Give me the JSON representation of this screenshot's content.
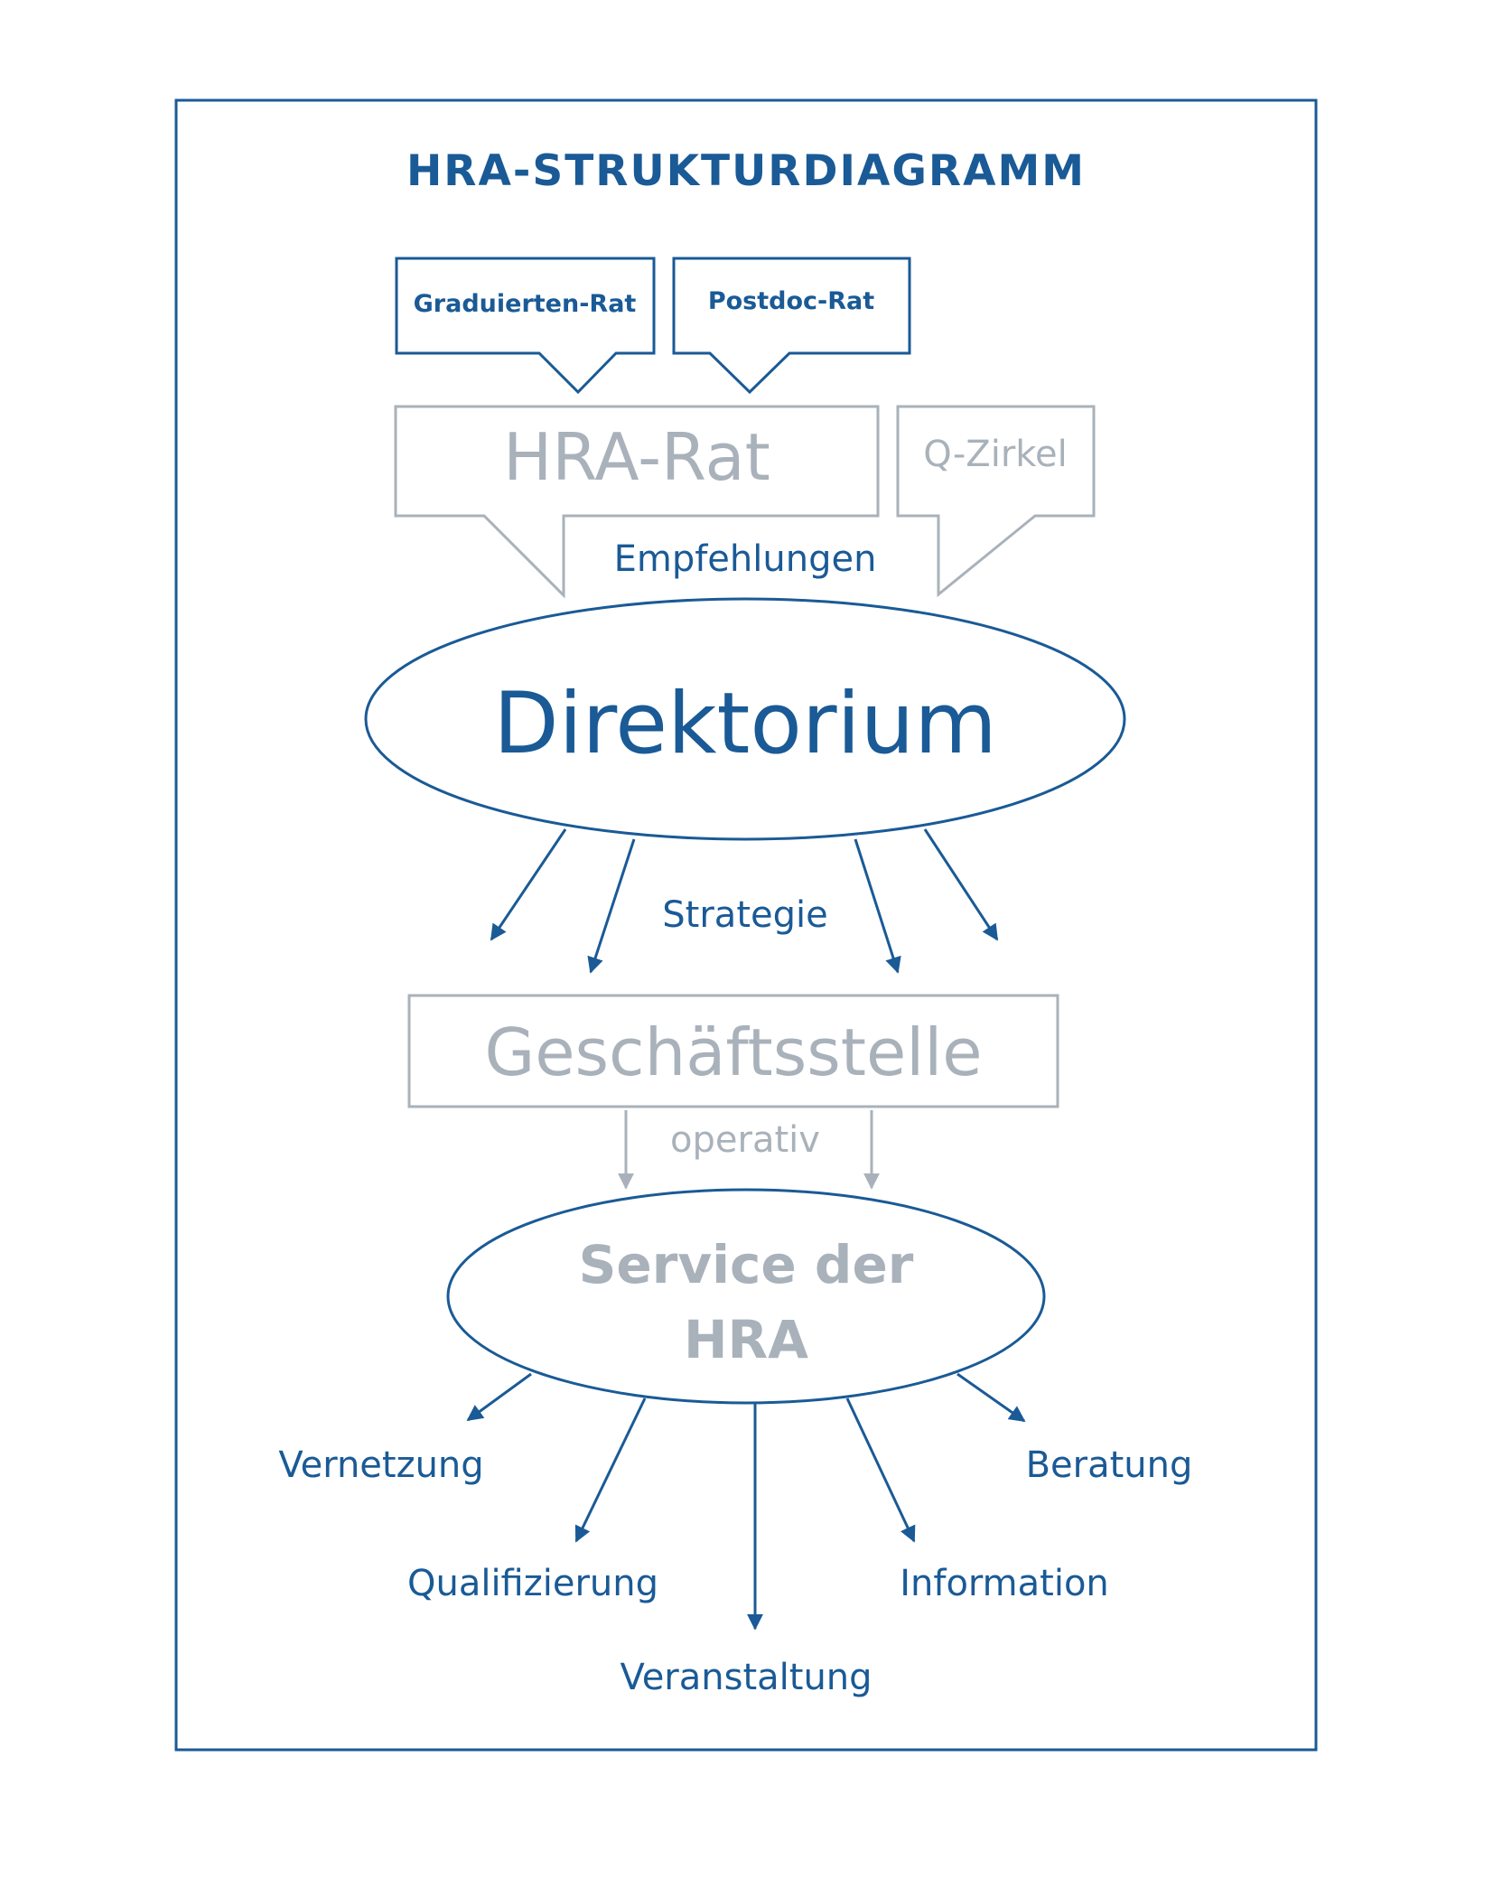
{
  "diagram": {
    "title": "HRA-STRUKTURDIAGRAMM",
    "colors": {
      "primary_blue": "#1a5a96",
      "muted_gray": "#a9b2ba"
    },
    "councils": {
      "graduate": "Graduierten-Rat",
      "postdoc": "Postdoc-Rat"
    },
    "advisory": {
      "hra_rat": "HRA-Rat",
      "q_zirkel": "Q-Zirkel",
      "recommendations": "Empfehlungen"
    },
    "directorate": {
      "label": "Direktorium",
      "strategy": "Strategie"
    },
    "office": {
      "label": "Geschäftsstelle",
      "operative": "operativ"
    },
    "service": {
      "line1": "Service der",
      "line2": "HRA"
    },
    "offerings": {
      "networking": "Vernetzung",
      "qualification": "Qualifizierung",
      "event": "Veranstaltung",
      "information": "Information",
      "consulting": "Beratung"
    }
  }
}
